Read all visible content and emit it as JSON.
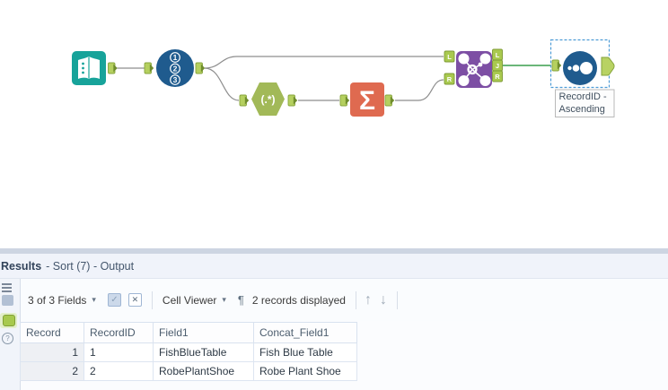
{
  "canvas": {
    "record_id_digits": [
      "1",
      "2",
      "3"
    ],
    "regex_label": "(.*)",
    "summarize_label": "Σ",
    "join_anchors": {
      "in_left": "L",
      "in_right": "R",
      "out_left": "L",
      "out_join": "J",
      "out_right": "R"
    },
    "sort_annotation_line1": "RecordID -",
    "sort_annotation_line2": "Ascending"
  },
  "results_panel": {
    "title": "Results",
    "subtitle": "- Sort (7) - Output",
    "toolbar": {
      "fields_dropdown": "3 of 3 Fields",
      "caret": "▾",
      "check_icon": "✓",
      "clear_icon": "✕",
      "cell_viewer_dropdown": "Cell Viewer",
      "pilcrow": "¶",
      "records_displayed": "2 records displayed",
      "up_arrow": "↑",
      "down_arrow": "↓"
    },
    "left_strip": {
      "help": "?"
    },
    "table": {
      "columns": [
        "Record",
        "RecordID",
        "Field1",
        "Concat_Field1"
      ],
      "rows": [
        [
          "1",
          "1",
          "FishBlueTable",
          "Fish Blue Table"
        ],
        [
          "2",
          "2",
          "RobePlantShoe",
          "Robe Plant Shoe"
        ]
      ]
    }
  },
  "colors": {
    "input_teal": "#17a39a",
    "tool_blue": "#1f5b8e",
    "regex_green": "#a2b958",
    "summarize_orange": "#df6a50",
    "join_purple": "#7d4fa4",
    "anchor_green": "#b5d05f",
    "connection_green": "#3a9e4d",
    "selection_blue": "#4d9bd6"
  }
}
